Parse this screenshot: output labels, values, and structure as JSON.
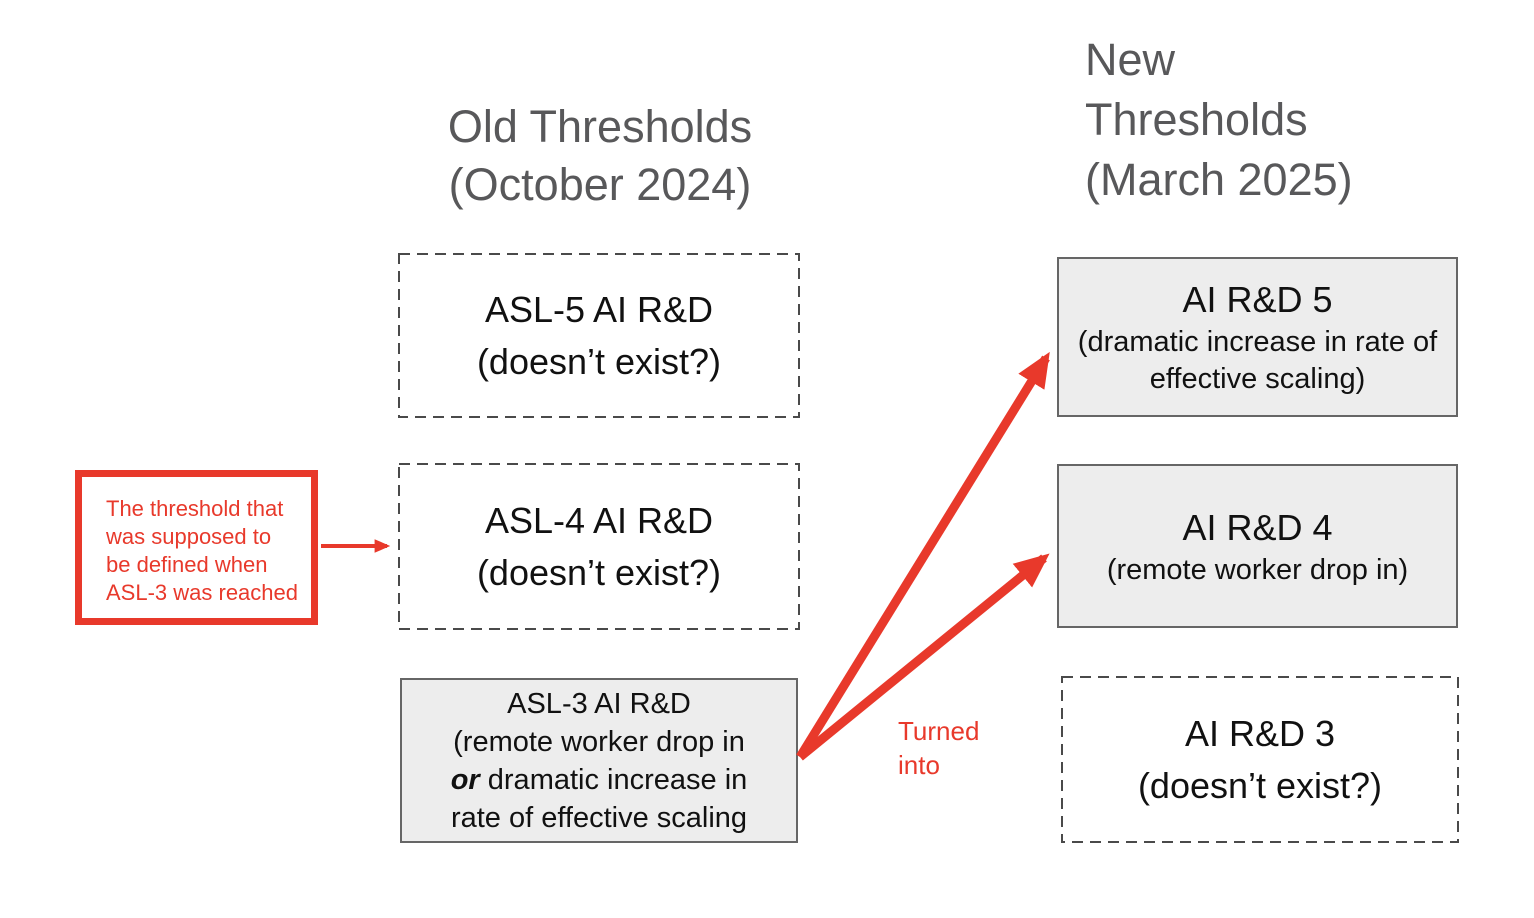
{
  "colors": {
    "accent_red": "#E8392B",
    "title_gray": "#58585A",
    "box_fill_gray": "#EDEDED",
    "border_dashed": "#4A4A4A",
    "border_solid": "#666666"
  },
  "old_column": {
    "title": [
      "Old Thresholds",
      "(October 2024)"
    ],
    "asl5": {
      "title": "ASL-5 AI R&D",
      "subtitle": "(doesn’t exist?)"
    },
    "asl4": {
      "title": "ASL-4 AI R&D",
      "subtitle": "(doesn’t exist?)"
    },
    "asl3": {
      "line1": "ASL-3 AI R&D",
      "line2": "(remote worker drop in",
      "or_word": "or",
      "line3_rest": " dramatic increase in",
      "line4": "rate of effective scaling"
    }
  },
  "new_column": {
    "title": [
      "New",
      "Thresholds",
      "(March 2025)"
    ],
    "rd5": {
      "title": "AI R&D 5",
      "subtitle": "(dramatic increase in rate of effective scaling)"
    },
    "rd4": {
      "title": "AI R&D 4",
      "subtitle": "(remote worker drop in)"
    },
    "rd3": {
      "title": "AI R&D 3",
      "subtitle": "(doesn’t exist?)"
    }
  },
  "annotation": {
    "lines": [
      "The threshold that",
      "was supposed to",
      "be defined when",
      "ASL-3 was reached"
    ]
  },
  "arrow_label": {
    "line1": "Turned",
    "line2": "into"
  }
}
